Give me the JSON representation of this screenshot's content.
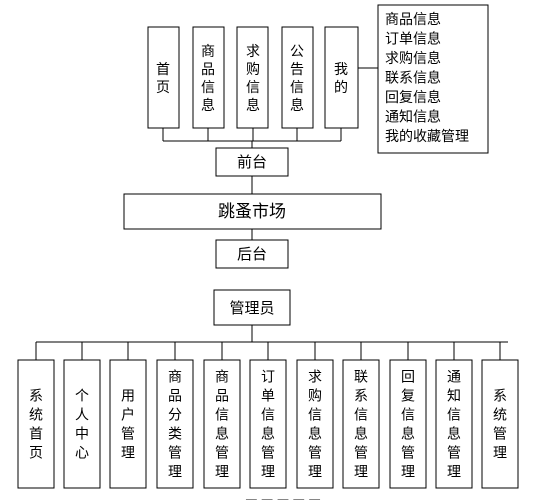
{
  "front_modules": [
    "首页",
    "商品信息",
    "求购信息",
    "公告信息",
    "我的"
  ],
  "my_submenu": [
    "商品信息",
    "订单信息",
    "求购信息",
    "联系信息",
    "回复信息",
    "通知信息",
    "我的收藏管理"
  ],
  "front_label": "前台",
  "root_label": "跳蚤市场",
  "back_label": "后台",
  "admin_label": "管理员",
  "admin_modules": [
    "系统首页",
    "个人中心",
    "用户管理",
    "商品分类管理",
    "商品信息管理",
    "订单信息管理",
    "求购信息管理",
    "联系信息管理",
    "回复信息管理",
    "通知信息管理",
    "系统管理"
  ]
}
